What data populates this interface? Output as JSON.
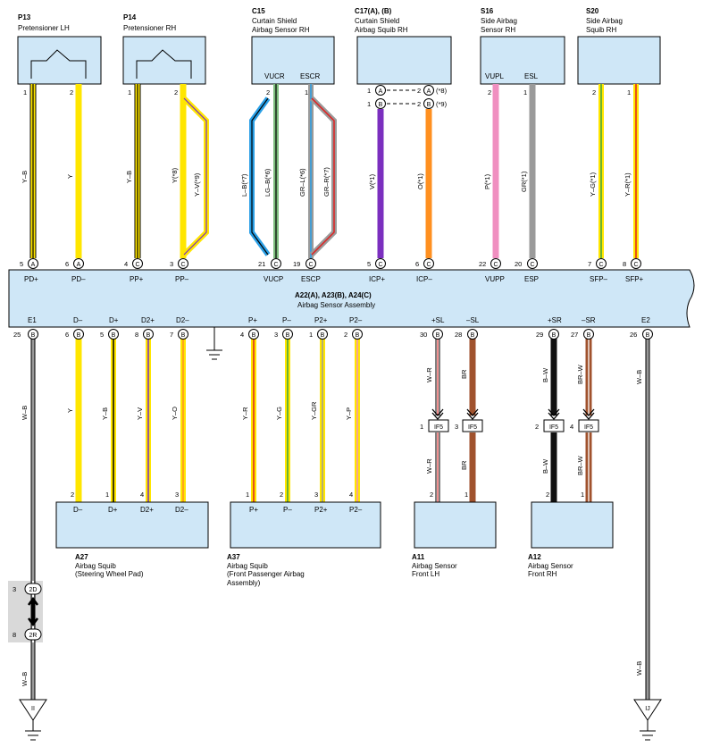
{
  "top_components": [
    {
      "code": "P13",
      "name_lines": [
        "Pretensioner LH"
      ],
      "box_labels": [],
      "pins": [
        "1",
        "2"
      ],
      "wires": [
        "Y–B",
        "Y"
      ],
      "wire_colors": [
        [
          "#ffe600",
          "#000000"
        ],
        [
          "#ffe600"
        ]
      ],
      "conn_letters": [
        "A",
        "A"
      ],
      "conn_pins": [
        "5",
        "6"
      ],
      "term_labels": [
        "PD+",
        "PD–"
      ]
    },
    {
      "code": "P14",
      "name_lines": [
        "Pretensioner RH"
      ],
      "box_labels": [],
      "pins": [
        "1",
        "2"
      ],
      "wires": [
        "Y–B",
        "Y(*8)",
        "Y–V(*9)"
      ],
      "wire_colors": [
        [
          "#ffe600",
          "#000000"
        ],
        [
          "#ffe600"
        ],
        [
          "#ffe600",
          "#7b2fbf"
        ]
      ],
      "conn_letters": [
        "C",
        "C"
      ],
      "conn_pins": [
        "4",
        "3"
      ],
      "term_labels": [
        "PP+",
        "PP–"
      ]
    },
    {
      "code": "C15",
      "name_lines": [
        "Curtain Shield",
        "Airbag Sensor RH"
      ],
      "box_labels": [
        "VUCR",
        "ESCR"
      ],
      "pins": [
        "2",
        "1"
      ],
      "wires": [
        "L–B(*7)",
        "LG–B(*6)",
        "GR–L(*6)",
        "GR–R(*7)"
      ],
      "wire_colors": [
        [
          "#2a9fe6",
          "#000000"
        ],
        [
          "#7fbf7f",
          "#000000"
        ],
        [
          "#9a9a9a",
          "#2a9fe6"
        ],
        [
          "#9a9a9a",
          "#e02020"
        ]
      ],
      "conn_letters": [
        "C",
        "C"
      ],
      "conn_pins": [
        "21",
        "19"
      ],
      "term_labels": [
        "VUCP",
        "ESCP"
      ]
    },
    {
      "code": "C17(A), (B)",
      "name_lines": [
        "Curtain Shield",
        "Airbag Squib RH"
      ],
      "box_labels": [],
      "pins": [
        "1",
        "1"
      ],
      "wires": [
        "V(*1)",
        "O(*1)"
      ],
      "wire_colors": [
        [
          "#7b2fbf"
        ],
        [
          "#ff9020"
        ]
      ],
      "conn_letters": [
        "C",
        "C"
      ],
      "conn_pins": [
        "5",
        "6"
      ],
      "term_labels": [
        "ICP+",
        "ICP–"
      ],
      "extra": [
        "(*8)",
        "(*9)"
      ]
    },
    {
      "code": "S16",
      "name_lines": [
        "Side Airbag",
        "Sensor RH"
      ],
      "box_labels": [
        "VUPL",
        "ESL"
      ],
      "pins": [
        "2",
        "1"
      ],
      "wires": [
        "P(*1)",
        "GR(*1)"
      ],
      "wire_colors": [
        [
          "#f08fc0"
        ],
        [
          "#9a9a9a"
        ]
      ],
      "conn_letters": [
        "C",
        "C"
      ],
      "conn_pins": [
        "22",
        "20"
      ],
      "term_labels": [
        "VUPP",
        "ESP"
      ]
    },
    {
      "code": "S20",
      "name_lines": [
        "Side Airbag",
        "Squib RH"
      ],
      "box_labels": [],
      "pins": [
        "2",
        "1"
      ],
      "wires": [
        "Y–G(*1)",
        "Y–R(*1)"
      ],
      "wire_colors": [
        [
          "#ffe600",
          "#3aa040"
        ],
        [
          "#ffe600",
          "#e02020"
        ]
      ],
      "conn_letters": [
        "C",
        "C"
      ],
      "conn_pins": [
        "7",
        "8"
      ],
      "term_labels": [
        "SFP–",
        "SFP+"
      ]
    }
  ],
  "assembly": {
    "title": "A22(A), A23(B), A24(C)",
    "name": "Airbag Sensor Assembly"
  },
  "bottom_terms": [
    {
      "label": "E1",
      "pin": "25",
      "letter": "B"
    },
    {
      "label": "D–",
      "pin": "6",
      "letter": "B"
    },
    {
      "label": "D+",
      "pin": "5",
      "letter": "B"
    },
    {
      "label": "D2+",
      "pin": "8",
      "letter": "B"
    },
    {
      "label": "D2–",
      "pin": "7",
      "letter": "B"
    },
    {
      "label": "P+",
      "pin": "4",
      "letter": "B"
    },
    {
      "label": "P–",
      "pin": "3",
      "letter": "B"
    },
    {
      "label": "P2+",
      "pin": "1",
      "letter": "B"
    },
    {
      "label": "P2–",
      "pin": "2",
      "letter": "B"
    },
    {
      "label": "+SL",
      "pin": "30",
      "letter": "B"
    },
    {
      "label": "–SL",
      "pin": "28",
      "letter": "B"
    },
    {
      "label": "+SR",
      "pin": "29",
      "letter": "B"
    },
    {
      "label": "–SR",
      "pin": "27",
      "letter": "B"
    },
    {
      "label": "E2",
      "pin": "26",
      "letter": "B"
    }
  ],
  "bottom_wires": {
    "e1": "W–B",
    "d_minus": "Y",
    "d_plus": "Y–B",
    "d2_plus": "Y–V",
    "d2_minus": "Y–O",
    "p_plus": "Y–R",
    "p_minus": "Y–G",
    "p2_plus": "Y–GR",
    "p2_minus": "Y–P",
    "sl_plus": "W–R",
    "sl_minus": "BR",
    "sr_plus": "B–W",
    "sr_minus": "BR–W",
    "e2": "W–B"
  },
  "if5": {
    "label": "IF5",
    "pins": [
      "1",
      "3",
      "2",
      "4"
    ]
  },
  "bottom_components": [
    {
      "code": "A27",
      "name_lines": [
        "Airbag Squib",
        "(Steering Wheel Pad)"
      ],
      "pins": [
        "2",
        "1",
        "4",
        "3"
      ],
      "terms": [
        "D–",
        "D+",
        "D2+",
        "D2–"
      ]
    },
    {
      "code": "A37",
      "name_lines": [
        "Airbag Squib",
        "(Front Passenger Airbag",
        " Assembly)"
      ],
      "pins": [
        "1",
        "2",
        "3",
        "4"
      ],
      "terms": [
        "P+",
        "P–",
        "P2+",
        "P2–"
      ]
    },
    {
      "code": "A11",
      "name_lines": [
        "Airbag Sensor",
        "Front LH"
      ],
      "pins": [
        "2",
        "1"
      ],
      "terms": []
    },
    {
      "code": "A12",
      "name_lines": [
        "Airbag Sensor",
        "Front RH"
      ],
      "pins": [
        "2",
        "1"
      ],
      "terms": []
    }
  ],
  "junction": {
    "top": "2D",
    "top_pin": "3",
    "bottom": "2R",
    "bottom_pin": "8"
  },
  "grounds": [
    "II",
    "IJ"
  ],
  "colors": {
    "box": "#cfe7f7",
    "stroke": "#000000",
    "connector_bg": "#d9d9d9"
  }
}
